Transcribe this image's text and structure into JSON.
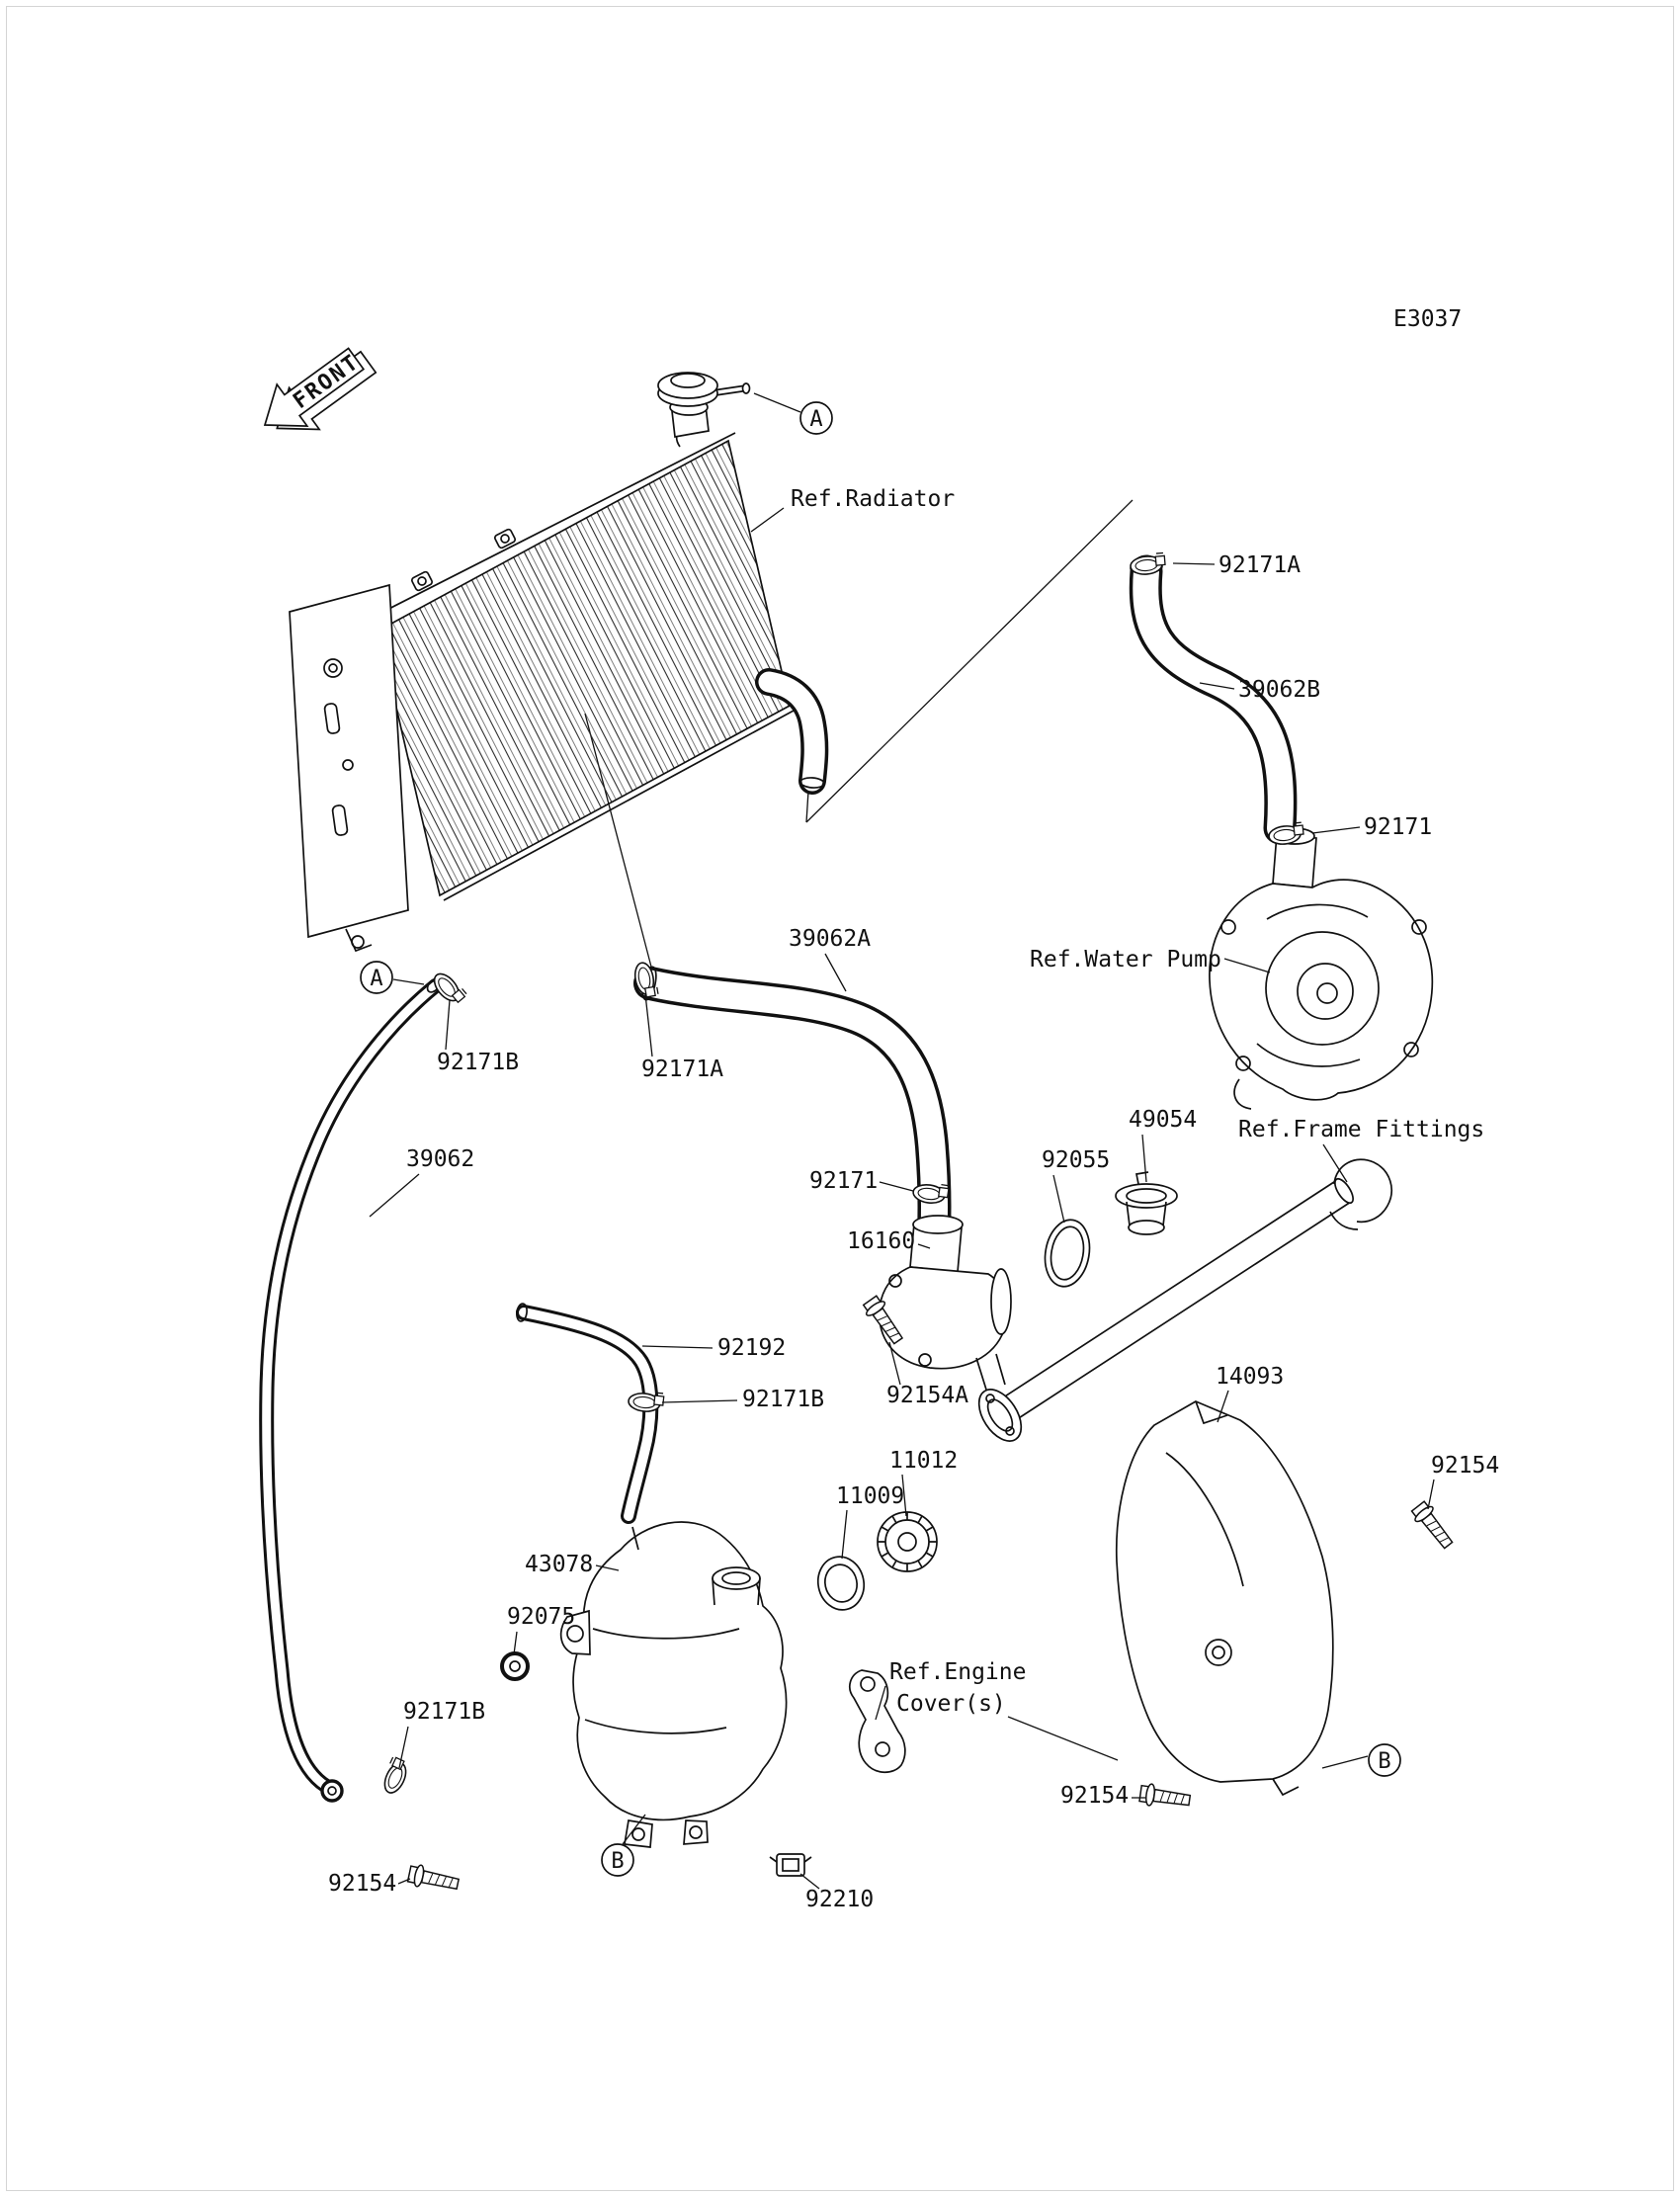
{
  "doc": {
    "code": "E3037",
    "front_label": "FRONT"
  },
  "refs": {
    "radiator": "Ref.Radiator",
    "water_pump": "Ref.Water Pump",
    "frame_fittings": "Ref.Frame Fittings",
    "engine_cover_line1": "Ref.Engine",
    "engine_cover_line2": "Cover(s)"
  },
  "parts": {
    "clamp_upper_hose_top": "92171A",
    "hose_water_pump": "39062B",
    "clamp_upper_hose_bottom": "92171",
    "hose_radiator_outlet": "39062A",
    "clamp_overflow_top": "92171B",
    "clamp_outlet": "92171A",
    "hose_overflow": "39062",
    "clamp_thermostat": "92171",
    "thermostat_housing": "16160",
    "o_ring": "92055",
    "thermostat": "49054",
    "hose_reserve": "92192",
    "clamp_reserve": "92171B",
    "bolt_housing": "92154A",
    "cover": "14093",
    "tank_cap": "11012",
    "cap_ring": "11009",
    "bolt_cover": "92154",
    "reserve_tank": "43078",
    "grommet": "92075",
    "clamp_overflow_bottom": "92171B",
    "bolt_cover_lower": "92154",
    "bolt_tank": "92154",
    "clip": "92210"
  },
  "markers": {
    "a": "A",
    "b": "B"
  }
}
